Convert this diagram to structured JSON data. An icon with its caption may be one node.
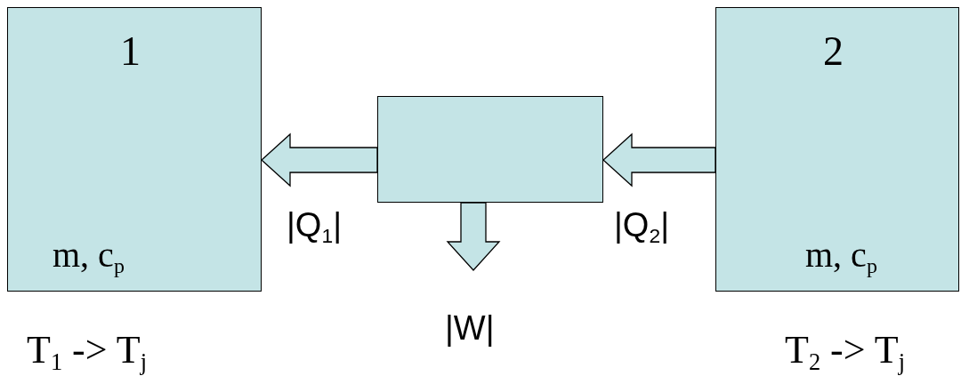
{
  "diagram": {
    "nodes": [
      {
        "text": [
          "1",
          "m, c$_{p}$"
        ],
        "beside": [
          "T$_{1}$ -> T$_{j}$"
        ]
      },
      {
        "text": [],
        "shape": "box"
      },
      {
        "text": [
          "2",
          "m, c$_{p}$"
        ],
        "beside": [
          "T$_{2}$ -> T$_{j}$"
        ]
      }
    ],
    "edges": [
      {
        "from": 1,
        "to": 0,
        "arrow": "to",
        "label": "|Q$_{1}$|",
        "style": "thick"
      },
      {
        "from": 2,
        "to": 1,
        "arrow": "to",
        "label": "|Q$_{2}$|",
        "style": "thick"
      },
      {
        "from": 1,
        "to": null,
        "arrow": "to",
        "label": "|W|",
        "style": "thick"
      }
    ]
  }
}
